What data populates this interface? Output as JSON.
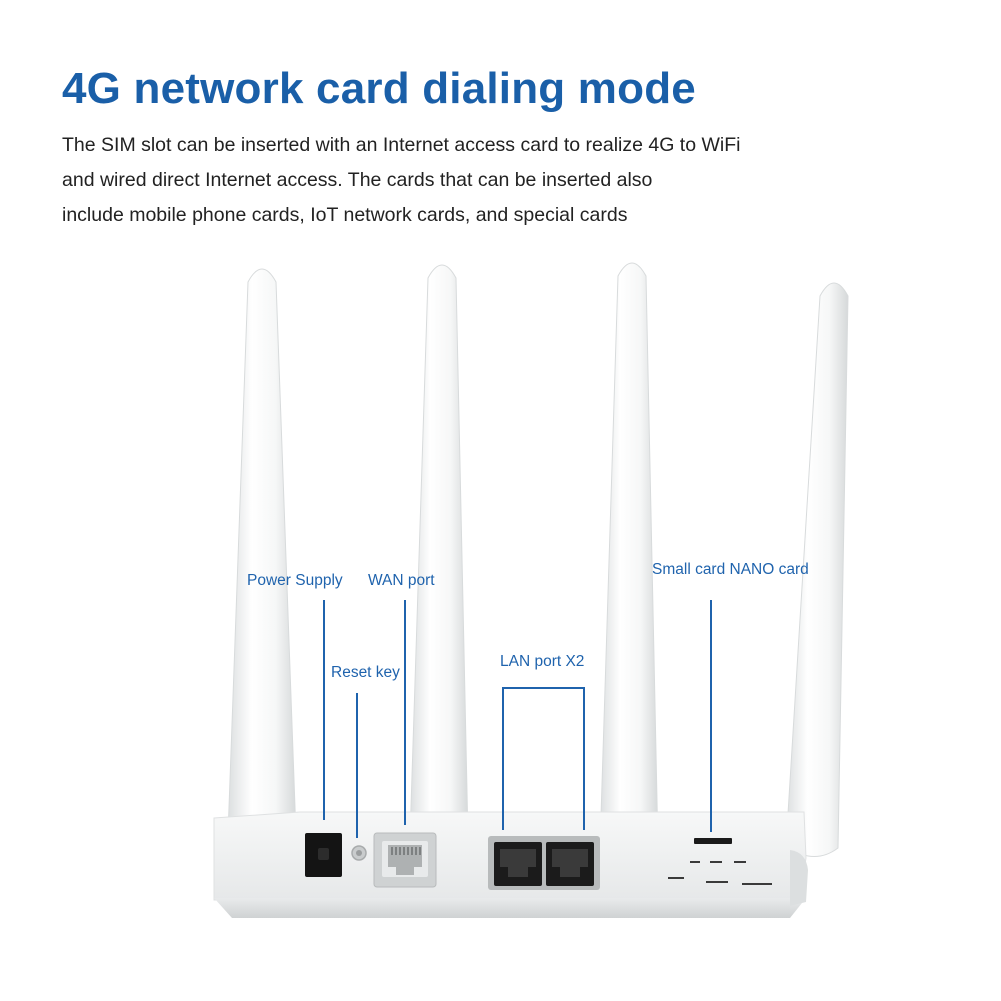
{
  "header": {
    "title": "4G network card dialing mode",
    "description_lines": [
      "The SIM slot can be inserted with an Internet access card to realize 4G to WiFi",
      "and wired direct Internet access. The cards that can be inserted also",
      "include mobile phone cards, IoT network cards, and special cards"
    ]
  },
  "callouts": {
    "power_supply": "Power Supply",
    "wan_port": "WAN port",
    "reset_key": "Reset key",
    "lan_port": "LAN port X2",
    "nano_card": "Small card NANO card"
  },
  "colors": {
    "title": "#1a5fa8",
    "callout_text": "#1f63ad",
    "callout_line": "#1f63ad",
    "body_text": "#222222",
    "router_body": "#f1f2f2",
    "port_dark": "#1b1b1b"
  },
  "icons": {
    "antenna": "antenna-icon",
    "power_jack": "power-jack-icon",
    "reset_hole": "reset-button-icon",
    "ethernet_port": "rj45-port-icon",
    "sim_slot": "sim-slot-icon"
  }
}
